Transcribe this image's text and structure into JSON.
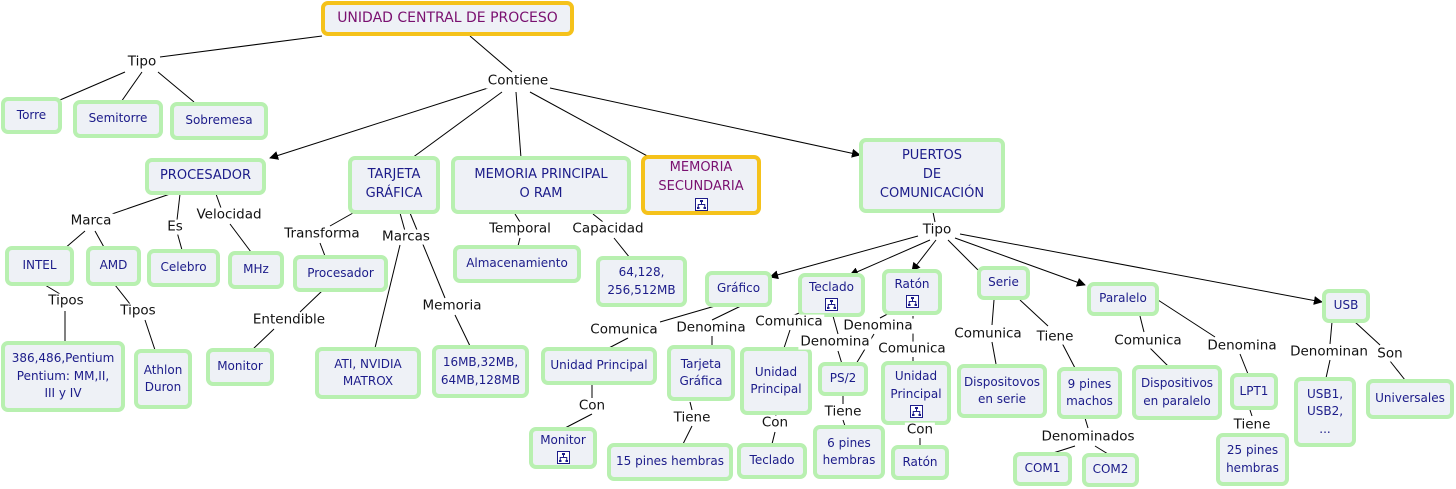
{
  "nodes": {
    "root": "UNIDAD CENTRAL DE PROCESO",
    "torre": "Torre",
    "semitorre": "Semitorre",
    "sobremesa": "Sobremesa",
    "procesador": "PROCESADOR",
    "tarjeta_grafica": "TARJETA\nGRÁFICA",
    "memoria_ram": "MEMORIA PRINCIPAL\nO RAM",
    "memoria_secundaria": "MEMORIA\nSECUNDARIA",
    "puertos": "PUERTOS\nDE\nCOMUNICACIÓN",
    "intel": "INTEL",
    "amd": "AMD",
    "celebro": "Celebro",
    "mhz": "MHz",
    "intel_tipos": "386,486,Pentium\nPentium: MM,II,\nIII y IV",
    "athlon": "Athlon\nDuron",
    "tg_procesador": "Procesador",
    "monitor": "Monitor",
    "ati": "ATI, NVIDIA\nMATROX",
    "tg_memoria": "16MB,32MB,\n64MB,128MB",
    "almacenamiento": "Almacenamiento",
    "capacidad_val": "64,128,\n256,512MB",
    "grafico": "Gráfico",
    "teclado": "Teclado",
    "raton": "Ratón",
    "serie": "Serie",
    "paralelo": "Paralelo",
    "usb": "USB",
    "unidad_principal_1": "Unidad Principal",
    "monitor2": "Monitor",
    "tarjeta_grafica2": "Tarjeta\nGráfica",
    "pines15": "15 pines hembras",
    "unidad_principal_2": "Unidad\nPrincipal",
    "teclado2": "Teclado",
    "ps2": "PS/2",
    "pines6": "6 pines\nhembras",
    "unidad_principal_3": "Unidad\nPrincipal",
    "raton2": "Ratón",
    "disp_serie": "Dispositovos\nen serie",
    "pines9": "9 pines\nmachos",
    "com1": "COM1",
    "com2": "COM2",
    "disp_paralelo": "Dispositivos\nen paralelo",
    "lpt1": "LPT1",
    "pines25": "25 pines\nhembras",
    "usb_versions": "USB1,\nUSB2,\n...",
    "universales": "Universales"
  },
  "linking_phrases": {
    "tipo_root": "Tipo",
    "contiene": "Contiene",
    "marca": "Marca",
    "es": "Es",
    "velocidad": "Velocidad",
    "tipos_intel": "Tipos",
    "tipos_amd": "Tipos",
    "transforma": "Transforma",
    "marcas": "Marcas",
    "entendible": "Entendible",
    "memoria": "Memoria",
    "temporal": "Temporal",
    "capacidad": "Capacidad",
    "tipo_puertos": "Tipo",
    "comunica_grafico": "Comunica",
    "denomina_grafico": "Denomina",
    "con_grafico": "Con",
    "tiene_tarjeta": "Tiene",
    "comunica_teclado": "Comunica",
    "denomina_teclado": "Denomina",
    "denomina_raton": "Denomina",
    "con_teclado": "Con",
    "tiene_ps2": "Tiene",
    "comunica_raton": "Comunica",
    "con_raton": "Con",
    "comunica_serie": "Comunica",
    "tiene_serie": "Tiene",
    "denominados": "Denominados",
    "comunica_paralelo": "Comunica",
    "denomina_paralelo": "Denomina",
    "tiene_lpt": "Tiene",
    "denominan_usb": "Denominan",
    "son_usb": "Son"
  },
  "icons": {
    "submap": "sitemap-icon"
  },
  "colors": {
    "node_border": "#b8f0b0",
    "node_fill": "#eef1f6",
    "highlight_border": "#f5c21b",
    "node_text": "#1c1c8a",
    "highlight_text": "#7a1070",
    "line": "#000000"
  }
}
